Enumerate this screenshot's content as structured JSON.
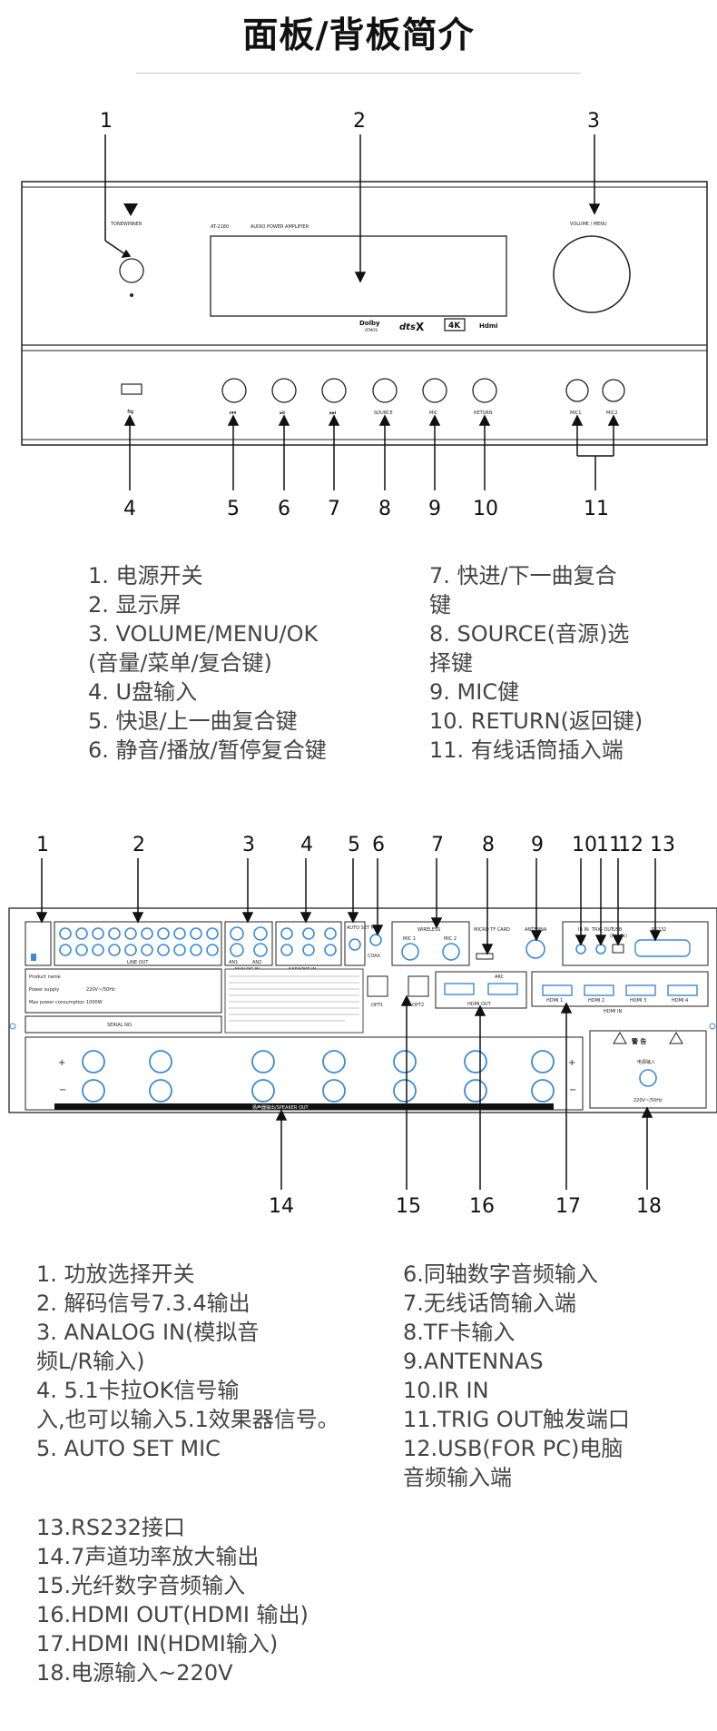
{
  "page": {
    "title": "面板/背板简介"
  },
  "front_panel": {
    "brand": "TONEWINNER",
    "model": "AT-2180",
    "model_desc": "AUDIO POWER AMPLIFIER",
    "volume_label": "VOLUME / MENU",
    "logos": {
      "dolby": "Dolby",
      "dolby_sub": "ATMOS",
      "dts": "dts",
      "dts_x": "X",
      "k4": "4K",
      "hdmi": "Hdmi"
    },
    "knob_labels": [
      "SOURCE",
      "MIC",
      "RETURN",
      "MIC1",
      "MIC2"
    ],
    "callouts": [
      "1",
      "2",
      "3",
      "4",
      "5",
      "6",
      "7",
      "8",
      "9",
      "10",
      "11"
    ],
    "left_items": [
      "1. 电源开关",
      "2. 显示屏",
      "3. VOLUME/MENU/OK",
      "(音量/菜单/复合键)",
      "4. U盘输入",
      "5. 快退/上一曲复合键",
      "6. 静音/播放/暂停复合键"
    ],
    "right_items": [
      "7. 快进/下一曲复合",
      "键",
      "8. SOURCE(音源)选",
      "择键",
      "9. MIC健",
      "10. RETURN(返回键)",
      "11. 有线话筒插入端"
    ]
  },
  "back_panel": {
    "callouts": [
      "1",
      "2",
      "3",
      "4",
      "5",
      "6",
      "7",
      "8",
      "9",
      "10",
      "11",
      "12",
      "13",
      "14",
      "15",
      "16",
      "17",
      "18"
    ],
    "labels": {
      "line_out": "LINE OUT",
      "analog_in": "ANALOG IN",
      "karaoke_in": "KARAOKE IN",
      "auto_set_mic": "AUTO SET MIC",
      "wireless": "WIRELESS",
      "mic1": "MIC 1",
      "mic2": "MIC 2",
      "micro_tf": "MICRO TF CARD",
      "antenna": "ANTENNA",
      "ir_in": "IR IN",
      "trig_out": "TRIG OUT",
      "usb": "USB",
      "usb_sub": "(For Pc)",
      "rs232": "RS232",
      "opt1": "OPT1",
      "opt2": "OPT2",
      "arc": "ARC",
      "hdmi_out": "HDMI OUT",
      "hdmi_in": "HDMI IN",
      "hdmi1": "HDMI 1",
      "hdmi2": "HDMI 2",
      "hdmi3": "HDMI 3",
      "hdmi4": "HDMI 4",
      "an1": "AN1",
      "an2": "AN2",
      "serial_no": "SERIAL NO.",
      "speaker_out": "扬声器输出/SPEAKER OUT",
      "warning": "警 告",
      "power_in": "电源输入",
      "voltage": "220V~/50Hz",
      "power_rating": "1000W",
      "product_name": "Product name",
      "power_supply": "Power supply",
      "max_power": "Max power consumption",
      "coax": "COAX"
    },
    "left_items": [
      "1. 功放选择开关",
      "2. 解码信号7.3.4输出",
      "3. ANALOG IN(模拟音",
      "频L/R输入)",
      "4. 5.1卡拉OK信号输",
      "入,也可以输入5.1效果器信号。",
      "5. AUTO SET MIC"
    ],
    "right_items": [
      "6.同轴数字音频输入",
      "7.无线话筒输入端",
      "8.TF卡输入",
      "9.ANTENNAS",
      "10.IR IN",
      "11.TRIG OUT触发端口",
      "12.USB(FOR PC)电脑",
      "音频输入端"
    ],
    "bottom_items": [
      "13.RS232接口",
      "14.7声道功率放大输出",
      "15.光纤数字音频输入",
      "16.HDMI OUT(HDMI 输出)",
      "17.HDMI IN(HDMI输入)",
      "18.电源输入~220V"
    ]
  }
}
